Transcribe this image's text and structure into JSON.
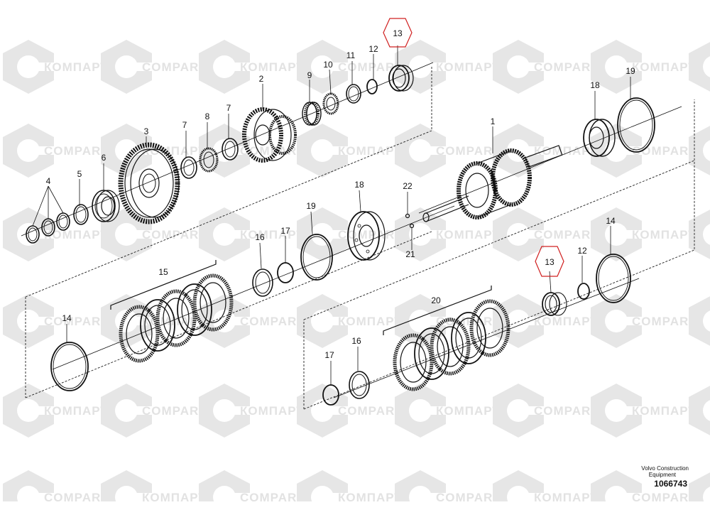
{
  "watermark": {
    "text_latin": "COMPART",
    "text_cyrillic": "КОМПАРТ",
    "color": "#e2e2e2"
  },
  "credit": {
    "line1": "Volvo Construction",
    "line2": "Equipment"
  },
  "drawing_number": "1066743",
  "highlight_color": "#d02020",
  "callouts": [
    {
      "id": "c13a",
      "label": "13",
      "highlighted": true
    },
    {
      "id": "c11",
      "label": "11"
    },
    {
      "id": "c12a",
      "label": "12"
    },
    {
      "id": "c10",
      "label": "10"
    },
    {
      "id": "c9",
      "label": "9"
    },
    {
      "id": "c2",
      "label": "2"
    },
    {
      "id": "c7a",
      "label": "7"
    },
    {
      "id": "c8",
      "label": "8"
    },
    {
      "id": "c7b",
      "label": "7"
    },
    {
      "id": "c3",
      "label": "3"
    },
    {
      "id": "c6",
      "label": "6"
    },
    {
      "id": "c5",
      "label": "5"
    },
    {
      "id": "c4",
      "label": "4"
    },
    {
      "id": "c19a",
      "label": "19"
    },
    {
      "id": "c18a",
      "label": "18"
    },
    {
      "id": "c1",
      "label": "1"
    },
    {
      "id": "c22",
      "label": "22"
    },
    {
      "id": "c21",
      "label": "21"
    },
    {
      "id": "c18b",
      "label": "18"
    },
    {
      "id": "c19b",
      "label": "19"
    },
    {
      "id": "c17a",
      "label": "17"
    },
    {
      "id": "c16a",
      "label": "16"
    },
    {
      "id": "c15",
      "label": "15"
    },
    {
      "id": "c14a",
      "label": "14"
    },
    {
      "id": "c14b",
      "label": "14"
    },
    {
      "id": "c13b",
      "label": "13",
      "highlighted": true
    },
    {
      "id": "c12b",
      "label": "12"
    },
    {
      "id": "c20",
      "label": "20"
    },
    {
      "id": "c16b",
      "label": "16"
    },
    {
      "id": "c17b",
      "label": "17"
    }
  ]
}
